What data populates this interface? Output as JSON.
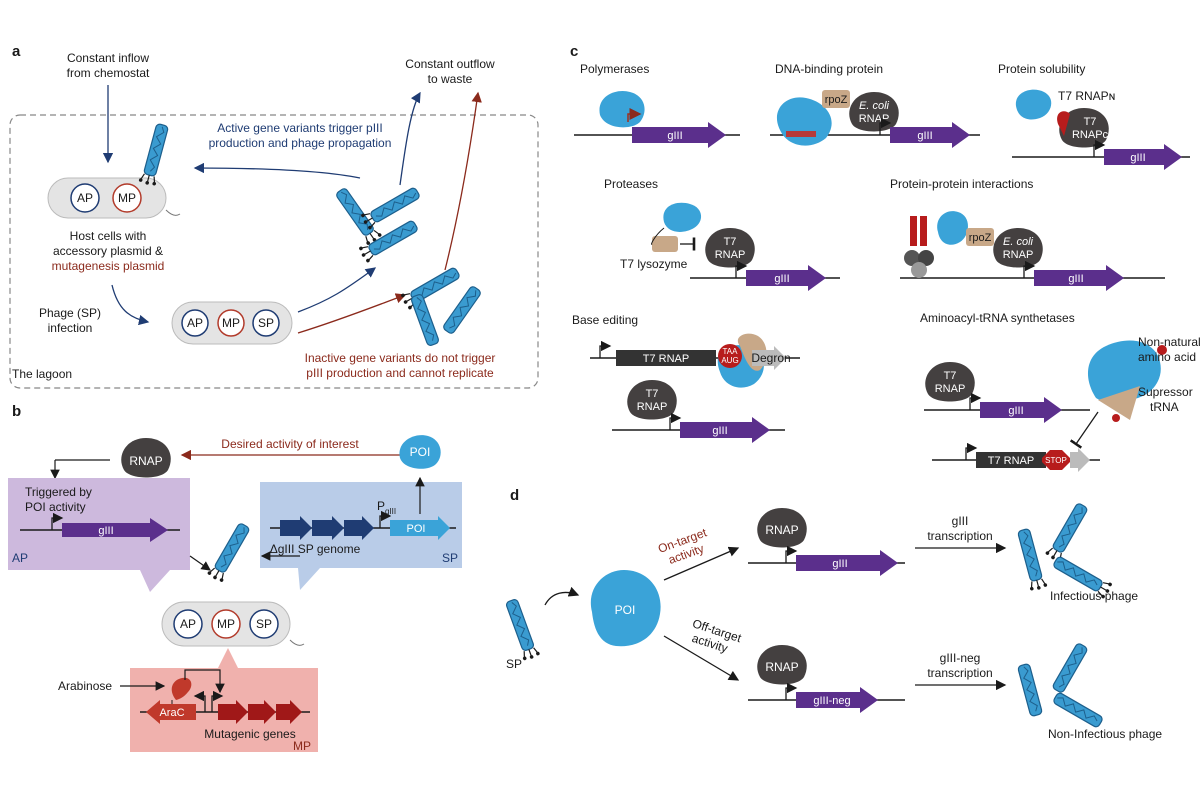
{
  "colors": {
    "dna": "#1a1a1a",
    "gene": "#5b2f8c",
    "phage": "#3a9bd0",
    "phage_dark": "#1d5f8c",
    "poi": "#3aa3d8",
    "rnap": "#444040",
    "arrow_blue": "#1f3c73",
    "arrow_red": "#8b2a1c",
    "ap_box": "#cdb9dd",
    "sp_box": "#b9cce8",
    "mp_box": "#f0b1ad"
  },
  "panel_a": {
    "label": "a",
    "inflow": [
      "Constant inflow",
      "from chemostat"
    ],
    "outflow": [
      "Constant outflow",
      "to waste"
    ],
    "active": [
      "Active gene variants trigger pIII",
      "production and phage propagation"
    ],
    "host": [
      "Host cells with",
      "accessory plasmid &",
      "mutagenesis plasmid"
    ],
    "phage_infection": [
      "Phage (SP)",
      "infection"
    ],
    "inactive": [
      "Inactive gene variants do not trigger",
      "pIII production and cannot replicate"
    ],
    "lagoon": "The lagoon",
    "ap": "AP",
    "mp": "MP",
    "sp": "SP"
  },
  "panel_b": {
    "label": "b",
    "rnap": "RNAP",
    "desired": "Desired activity of interest",
    "poi": "POI",
    "triggered": [
      "Triggered by",
      "POI activity"
    ],
    "giii": "gIII",
    "ap_tag": "AP",
    "sp_tag": "SP",
    "mp_tag": "MP",
    "pgiii": "P",
    "pgiii_sub": "gIII",
    "genome": "ΔgIII SP genome",
    "arabinose": "Arabinose",
    "arac": "AraC",
    "mutagenic": "Mutagenic genes",
    "ap": "AP",
    "mp": "MP",
    "sp": "SP"
  },
  "panel_c": {
    "label": "c",
    "polymerases": "Polymerases",
    "dna_binding": "DNA-binding protein",
    "solubility": "Protein solubility",
    "proteases": "Proteases",
    "ppi": "Protein-protein interactions",
    "base_editing": "Base editing",
    "aars": "Aminoacyl-tRNA synthetases",
    "giii": "gIII",
    "rpoz": "rpoZ",
    "ecoli": "E. coli",
    "rnap": "RNAP",
    "t7": "T7",
    "t7_rnap": "T7 RNAP",
    "t7_rnapn": "T7 RNAPɴ",
    "t7_rnapc": "RNAPᴄ",
    "lysozyme": "T7 lysozyme",
    "taa": "TAA",
    "aug": "AUG",
    "degron": "Degron",
    "nnaa": [
      "Non-natural",
      "amino acid"
    ],
    "supressor": [
      "Supressor",
      "tRNA"
    ],
    "stop": "STOP"
  },
  "panel_d": {
    "label": "d",
    "sp": "SP",
    "poi": "POI",
    "on_target": [
      "On-target",
      "activity"
    ],
    "off_target": [
      "Off-target",
      "activity"
    ],
    "rnap": "RNAP",
    "giii": "gIII",
    "giii_neg": "gIII-neg",
    "giii_tx": [
      "gIII",
      "transcription"
    ],
    "giii_neg_tx": [
      "gIII-neg",
      "transcription"
    ],
    "infectious": "Infectious phage",
    "noninfectious": "Non-Infectious phage"
  }
}
